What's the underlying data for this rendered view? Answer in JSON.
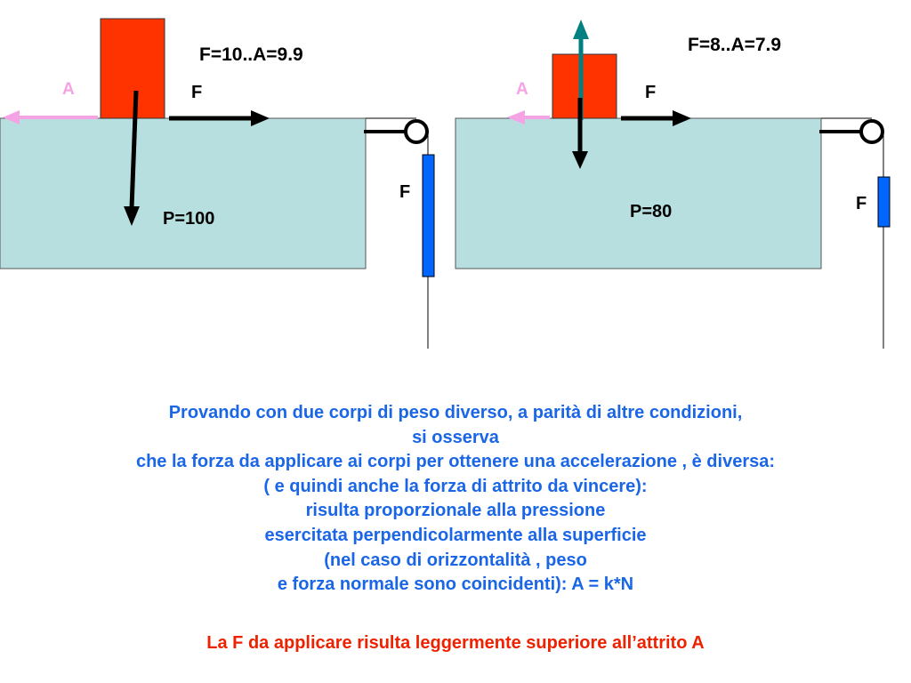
{
  "colors": {
    "table": "#b8dfe0",
    "block": "#ff3300",
    "weight_arrow": "#000000",
    "pull_arrow": "#000000",
    "friction_arrow": "#f4a3e4",
    "normal_arrow": "#008080",
    "spring": "#0066ff",
    "caption_blue": "#1a66e6",
    "caption_red": "#ee2200"
  },
  "left_setup": {
    "force_readout": "F=10..A=9.9",
    "friction_label": "A",
    "pull_label": "F",
    "weight_label": "P=100",
    "spring_label": "F"
  },
  "right_setup": {
    "force_readout": "F=8..A=7.9",
    "friction_label": "A",
    "pull_label": "F",
    "weight_label": "P=80",
    "spring_label": "F"
  },
  "caption": {
    "lines": [
      "Provando con due corpi di peso diverso, a parità di altre condizioni,",
      "si osserva",
      "che la forza da applicare ai corpi per ottenere una accelerazione , è diversa:",
      "( e quindi anche la forza di attrito da vincere):",
      "risulta proporzionale alla pressione",
      "esercitata perpendicolarmente alla superficie",
      "(nel caso di orizzontalità , peso",
      "e forza normale sono coincidenti): A = k*N"
    ],
    "footer": "La F da applicare risulta leggermente superiore all’attrito A"
  }
}
